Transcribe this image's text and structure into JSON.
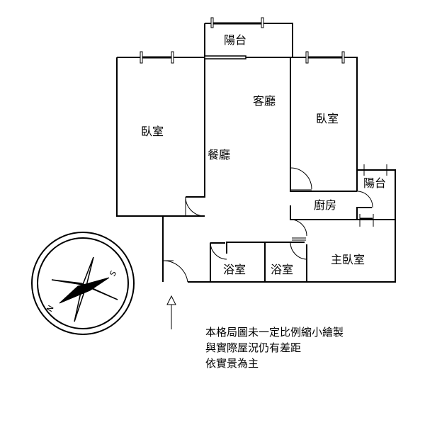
{
  "rooms": {
    "balcony_top": "陽台",
    "living_room": "客廳",
    "bedroom_left": "臥室",
    "bedroom_right": "臥室",
    "dining_room": "餐廳",
    "balcony_small": "陽台",
    "kitchen": "廚房",
    "bathroom_1": "浴室",
    "bathroom_2": "浴室",
    "master_bedroom": "主臥室"
  },
  "compass": {
    "north": "N",
    "south": "S"
  },
  "notes": [
    "本格局圖未一定比例縮小繪製",
    "與實際屋況仍有差距",
    "依實景為主"
  ]
}
